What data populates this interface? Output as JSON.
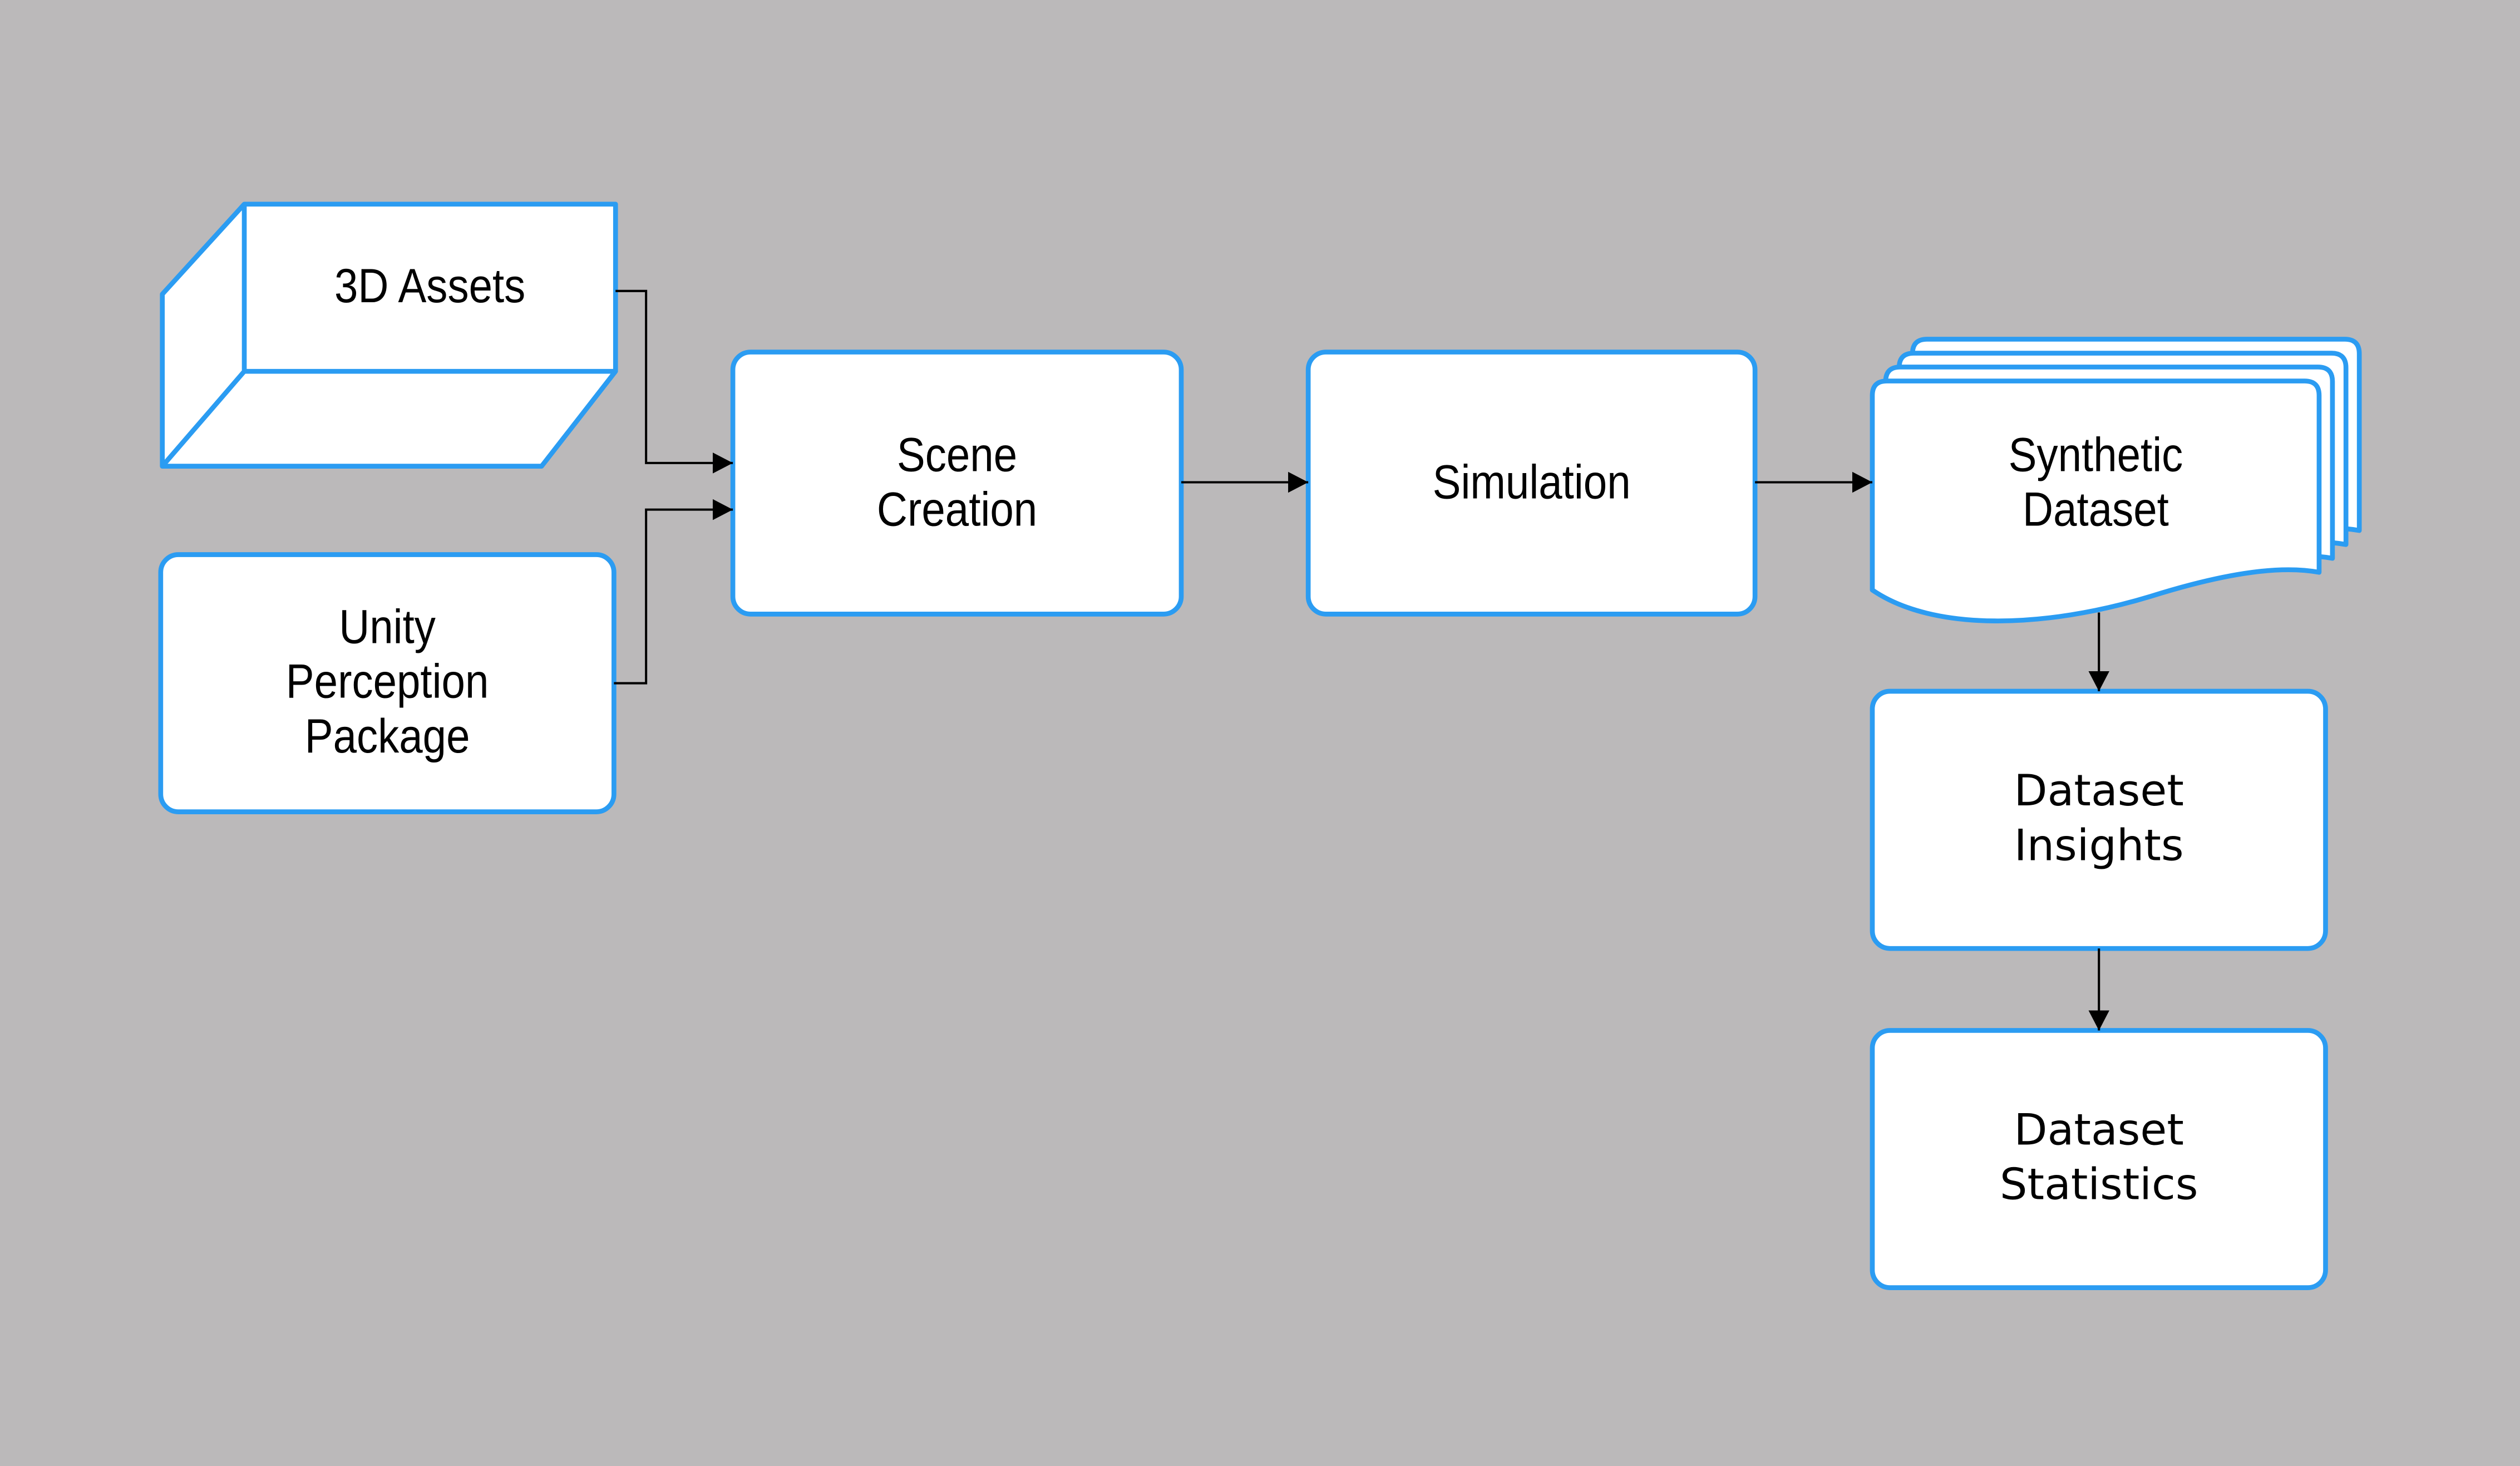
{
  "colors": {
    "background": "#bbb9ba",
    "accent": "#2b9cf2",
    "connector": "#000000",
    "node_fill": "#ffffff",
    "text": "#000000"
  },
  "nodes": {
    "assets_3d": {
      "label": "3D Assets",
      "shape": "3d-box"
    },
    "unity_perception_package": {
      "label": "Unity\nPerception\nPackage",
      "shape": "rounded-rect"
    },
    "scene_creation": {
      "label": "Scene\nCreation",
      "shape": "rounded-rect"
    },
    "simulation": {
      "label": "Simulation",
      "shape": "rounded-rect"
    },
    "synthetic_dataset": {
      "label": "Synthetic\nDataset",
      "shape": "multi-document"
    },
    "dataset_insights": {
      "label": "Dataset\nInsights",
      "shape": "rounded-rect"
    },
    "dataset_statistics": {
      "label": "Dataset\nStatistics",
      "shape": "rounded-rect"
    }
  },
  "edges": [
    {
      "from": "assets_3d",
      "to": "scene_creation"
    },
    {
      "from": "unity_perception_package",
      "to": "scene_creation"
    },
    {
      "from": "scene_creation",
      "to": "simulation"
    },
    {
      "from": "simulation",
      "to": "synthetic_dataset"
    },
    {
      "from": "synthetic_dataset",
      "to": "dataset_insights"
    },
    {
      "from": "dataset_insights",
      "to": "dataset_statistics"
    }
  ]
}
